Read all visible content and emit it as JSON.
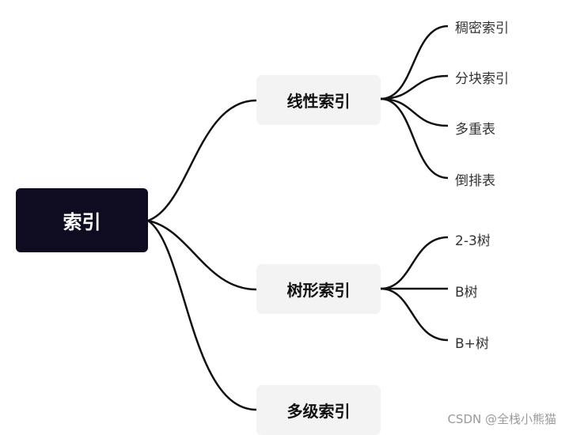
{
  "root": {
    "label": "索引"
  },
  "branches": [
    {
      "label": "线性索引",
      "children": [
        "稠密索引",
        "分块索引",
        "多重表",
        "倒排表"
      ]
    },
    {
      "label": "树形索引",
      "children": [
        "2-3树",
        "B树",
        "B+树"
      ]
    },
    {
      "label": "多级索引",
      "children": []
    }
  ],
  "watermark": "CSDN @全栈小熊猫",
  "colors": {
    "root_bg": "#0f0c22",
    "branch_bg": "#f3f3f4",
    "line": "#111111"
  }
}
